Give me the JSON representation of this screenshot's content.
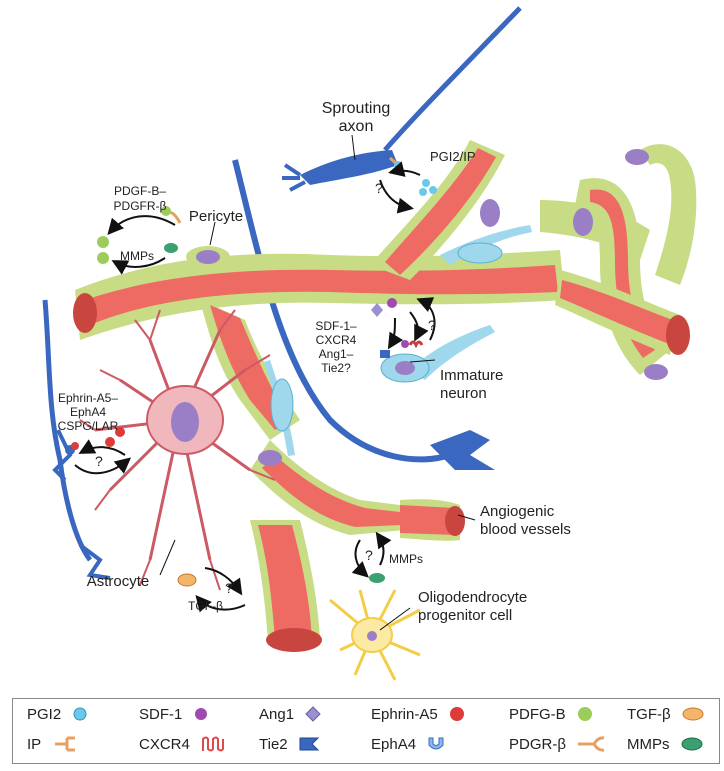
{
  "labels": {
    "sprouting_axon": [
      "Sprouting",
      "axon"
    ],
    "pericyte": "Pericyte",
    "pgi2_ip": "PGI2/IP",
    "pdgf": [
      "PDGF-B–",
      "PDGFR-β"
    ],
    "mmps_top": "MMPs",
    "sdf": [
      "SDF-1–",
      "CXCR4",
      "Ang1–",
      "Tie2?"
    ],
    "immature_neuron": [
      "Immature",
      "neuron"
    ],
    "ephrin": [
      "Ephrin-A5–",
      "EphA4",
      "CSPG/LAR"
    ],
    "angiogenic": [
      "Angiogenic",
      "blood vessels"
    ],
    "astrocyte": "Astrocyte",
    "tgf": "TGF-β",
    "mmps_bottom": "MMPs",
    "oligo": [
      "Oligodendrocyte",
      "progenitor cell"
    ],
    "question": "?"
  },
  "legend": {
    "items": [
      {
        "label": "PGI2",
        "icon": "blue-circle-icon"
      },
      {
        "label": "SDF-1",
        "icon": "purple-circle-icon"
      },
      {
        "label": "Ang1",
        "icon": "diamond-icon"
      },
      {
        "label": "Ephrin-A5",
        "icon": "red-circle-icon"
      },
      {
        "label": "PDFG-B",
        "icon": "green-circle-icon"
      },
      {
        "label": "TGF-β",
        "icon": "orange-oval-icon"
      },
      {
        "label": "IP",
        "icon": "ip-receptor-icon"
      },
      {
        "label": "CXCR4",
        "icon": "cxcr4-receptor-icon"
      },
      {
        "label": "Tie2",
        "icon": "tie2-receptor-icon"
      },
      {
        "label": "EphA4",
        "icon": "epha4-receptor-icon"
      },
      {
        "label": "PDGR-β",
        "icon": "pdgr-receptor-icon"
      },
      {
        "label": "MMPs",
        "icon": "green-oval-icon"
      }
    ]
  },
  "colors": {
    "vessel": "#ee6b63",
    "vessel_dark": "#c9453f",
    "pericyte": "#c8dc86",
    "axon": "#3a68c0",
    "neuron": "#9fd8ec",
    "astrocyte": "#cc5a64",
    "oligo": "#f2cd45",
    "nucleus": "#9a7fc6"
  }
}
